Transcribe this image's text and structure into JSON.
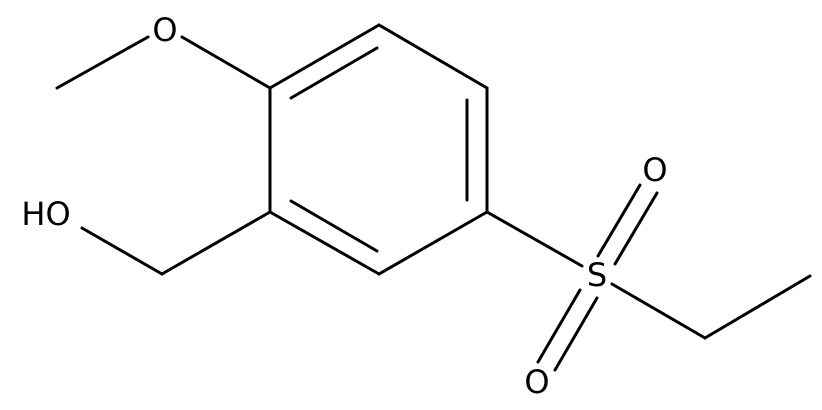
{
  "molecule": {
    "atoms": {
      "methoxy_oxygen": "O",
      "hydroxyl": "HO",
      "sulfur": "S",
      "sulfonyl_oxygen_top": "O",
      "sulfonyl_oxygen_bottom": "O"
    },
    "colors": {
      "bond": "#000000",
      "label": "#000000",
      "background": "#ffffff"
    }
  }
}
